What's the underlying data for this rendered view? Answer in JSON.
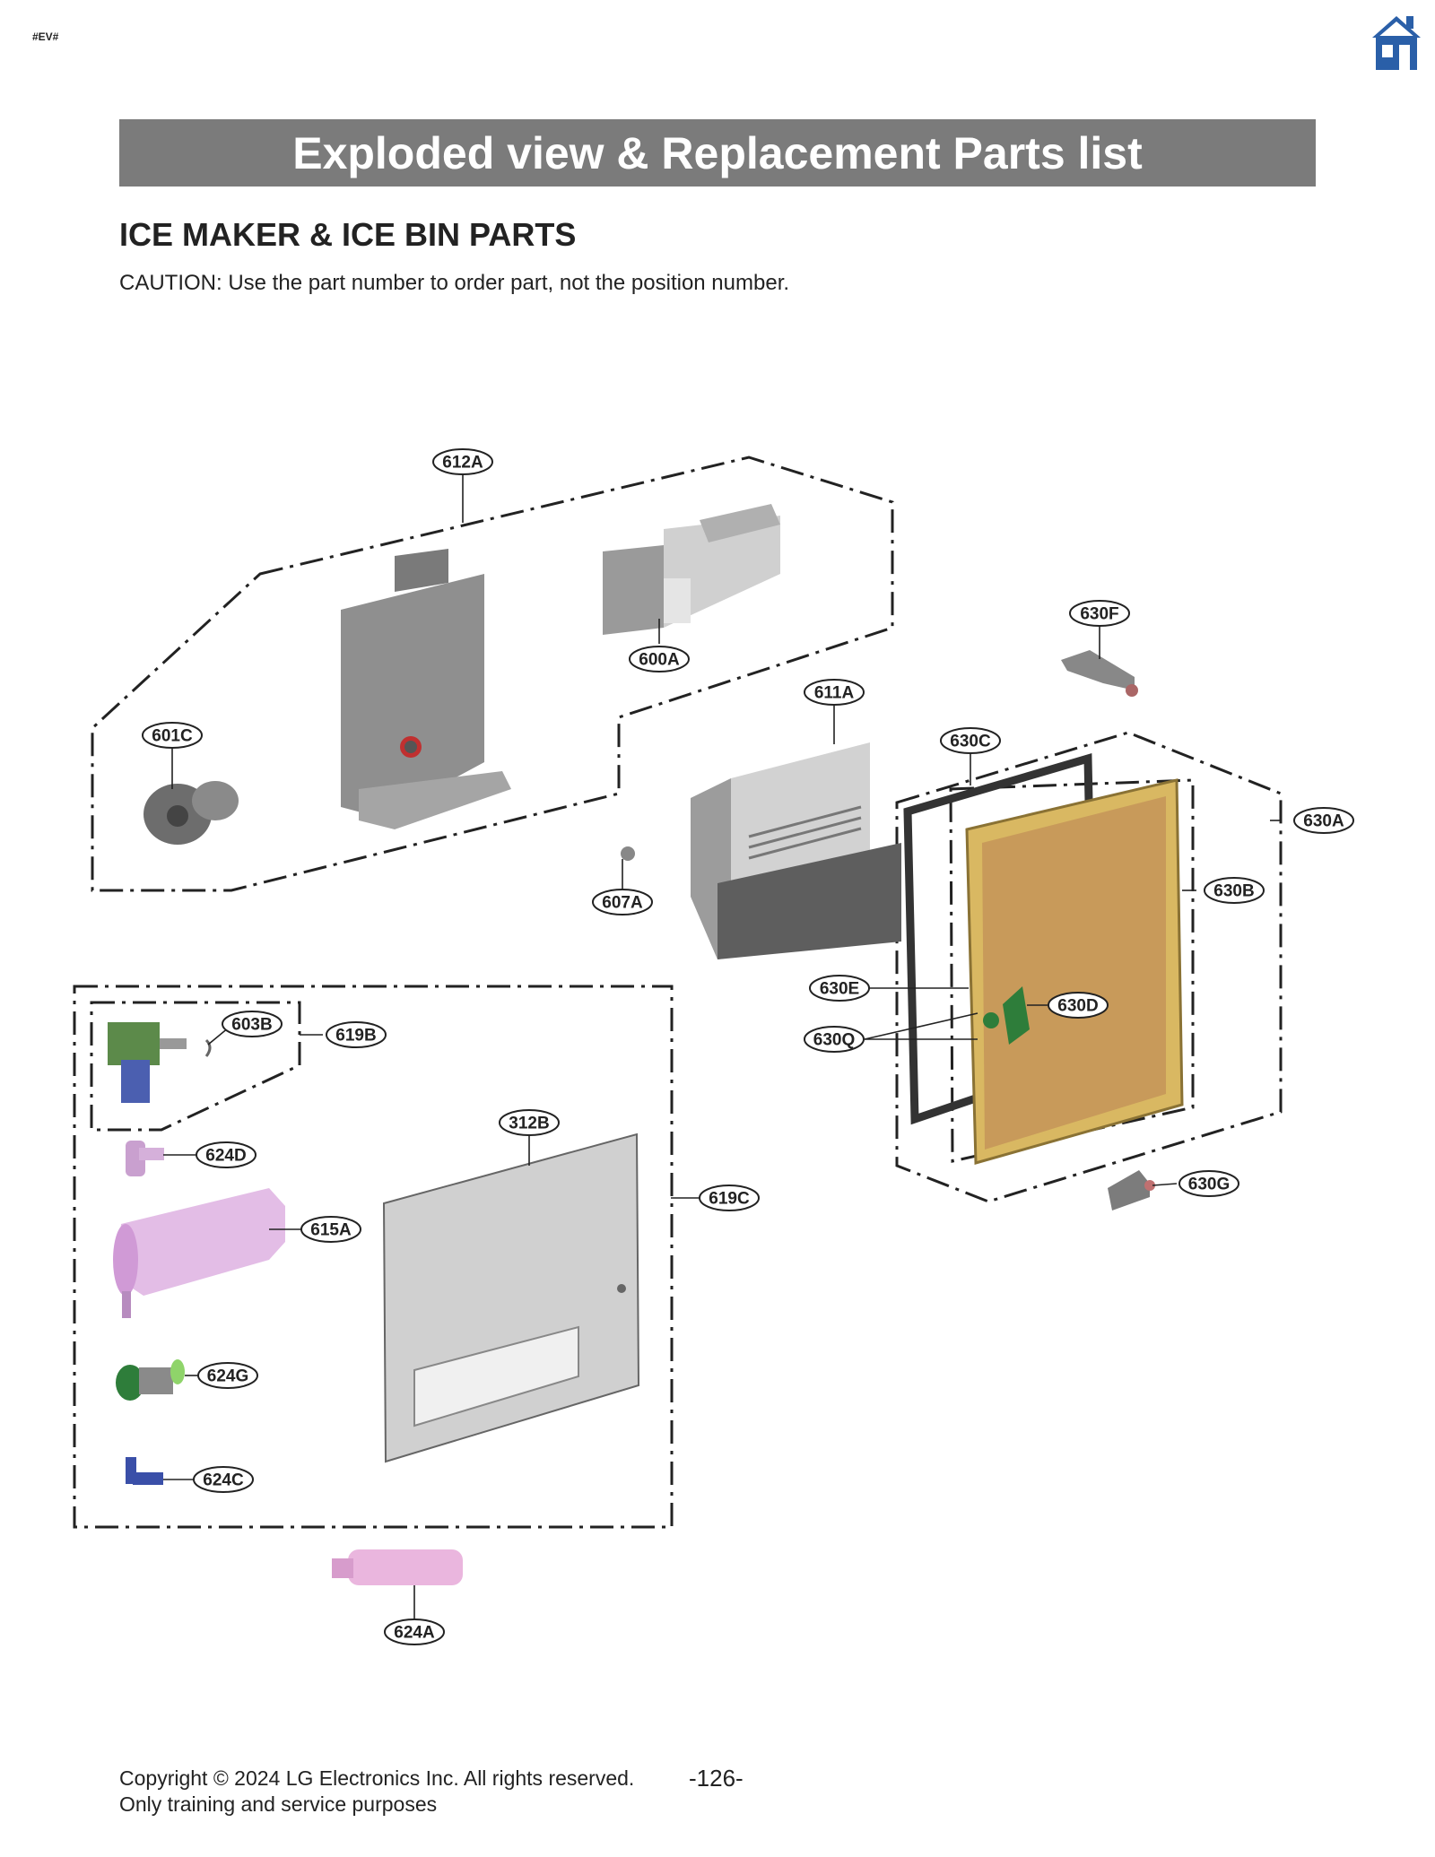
{
  "page_tag": "#EV#",
  "home_icon": "home-icon",
  "colors": {
    "banner": "#7b7b7b",
    "home": "#2a5fa8"
  },
  "banner_title": "Exploded view & Replacement Parts list",
  "section_title": "ICE MAKER & ICE BIN PARTS",
  "caution": "CAUTION: Use the part number to order part, not the position number.",
  "callouts": {
    "c612A": "612A",
    "c600A": "600A",
    "c601C": "601C",
    "c611A": "611A",
    "c607A": "607A",
    "c630F": "630F",
    "c630C": "630C",
    "c630A": "630A",
    "c630B": "630B",
    "c630E": "630E",
    "c630D": "630D",
    "c630Q": "630Q",
    "c630G": "630G",
    "c603B": "603B",
    "c619B": "619B",
    "c312B": "312B",
    "c619C": "619C",
    "c624D": "624D",
    "c615A": "615A",
    "c624G": "624G",
    "c624C": "624C",
    "c624A": "624A"
  },
  "footer": {
    "copyright": "Copyright © 2024 LG Electronics Inc. All rights reserved.",
    "purpose": "Only training and service purposes",
    "page_number": "-126-"
  }
}
